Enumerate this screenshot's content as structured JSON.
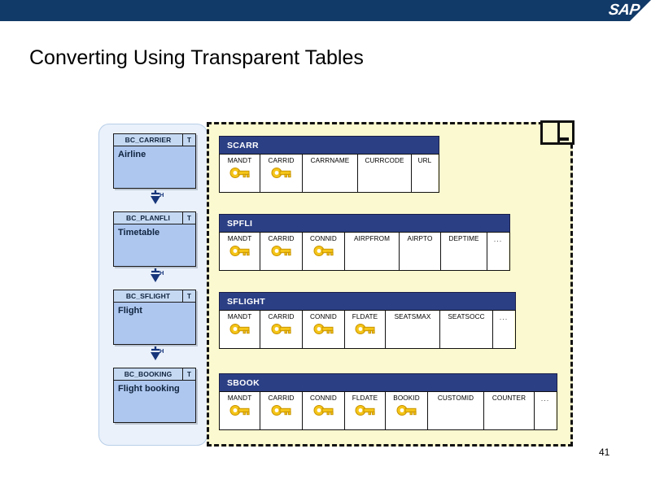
{
  "header": {
    "logo_text": "SAP",
    "band_color": "#123a68"
  },
  "title": "Converting Using Transparent Tables",
  "slide_number": "41",
  "colors": {
    "accent_dark_blue": "#123a68",
    "table_header_blue": "#2b3f85",
    "entity_fill": "#aec7ef",
    "entity_head_fill": "#c5d9f3",
    "panel_fill": "#eaf1fb",
    "region_fill": "#fbf9cf",
    "key_yellow": "#f5c518"
  },
  "left_panel": {
    "entities": [
      {
        "name": "BC_CARRIER",
        "type": "T",
        "label": "Airline"
      },
      {
        "name": "BC_PLANFLI",
        "type": "T",
        "label": "Timetable"
      },
      {
        "name": "BC_SFLIGHT",
        "type": "T",
        "label": "Flight"
      },
      {
        "name": "BC_BOOKING",
        "type": "T",
        "label": "Flight booking"
      }
    ],
    "connectors": [
      {
        "label": "H"
      },
      {
        "label": "H"
      },
      {
        "label": "H"
      }
    ]
  },
  "tables": [
    {
      "name": "SCARR",
      "columns": [
        {
          "label": "MANDT",
          "key": true,
          "width": 50
        },
        {
          "label": "CARRID",
          "key": true,
          "width": 52
        },
        {
          "label": "CARRNAME",
          "key": false,
          "width": 68
        },
        {
          "label": "CURRCODE",
          "key": false,
          "width": 66
        },
        {
          "label": "URL",
          "key": false,
          "width": 32
        }
      ]
    },
    {
      "name": "SPFLI",
      "columns": [
        {
          "label": "MANDT",
          "key": true,
          "width": 50
        },
        {
          "label": "CARRID",
          "key": true,
          "width": 52
        },
        {
          "label": "CONNID",
          "key": true,
          "width": 52
        },
        {
          "label": "AIRPFROM",
          "key": false,
          "width": 67
        },
        {
          "label": "AIRPTO",
          "key": false,
          "width": 51
        },
        {
          "label": "DEPTIME",
          "key": false,
          "width": 57
        },
        {
          "label": "...",
          "key": false,
          "width": 26
        }
      ]
    },
    {
      "name": "SFLIGHT",
      "columns": [
        {
          "label": "MANDT",
          "key": true,
          "width": 50
        },
        {
          "label": "CARRID",
          "key": true,
          "width": 52
        },
        {
          "label": "CONNID",
          "key": true,
          "width": 52
        },
        {
          "label": "FLDATE",
          "key": true,
          "width": 50
        },
        {
          "label": "SEATSMAX",
          "key": false,
          "width": 67
        },
        {
          "label": "SEATSOCC",
          "key": false,
          "width": 65
        },
        {
          "label": "...",
          "key": false,
          "width": 26
        }
      ]
    },
    {
      "name": "SBOOK",
      "columns": [
        {
          "label": "MANDT",
          "key": true,
          "width": 50
        },
        {
          "label": "CARRID",
          "key": true,
          "width": 52
        },
        {
          "label": "CONNID",
          "key": true,
          "width": 52
        },
        {
          "label": "FLDATE",
          "key": true,
          "width": 50
        },
        {
          "label": "BOOKID",
          "key": true,
          "width": 52
        },
        {
          "label": "CUSTOMID",
          "key": false,
          "width": 69
        },
        {
          "label": "COUNTER",
          "key": false,
          "width": 62
        },
        {
          "label": "...",
          "key": false,
          "width": 26
        }
      ]
    }
  ]
}
